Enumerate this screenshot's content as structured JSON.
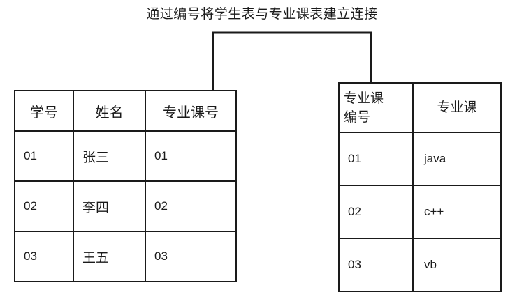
{
  "title": "通过编号将学生表与专业课表建立连接",
  "connector": {
    "icon": "bracket-connector-icon",
    "description": "inverted-u-bracket"
  },
  "student_table": {
    "name": "学生表",
    "headers": [
      "学号",
      "姓名",
      "专业课号"
    ],
    "rows": [
      {
        "id": "01",
        "name": "张三",
        "course_id": "01"
      },
      {
        "id": "02",
        "name": "李四",
        "course_id": "02"
      },
      {
        "id": "03",
        "name": "王五",
        "course_id": "03"
      }
    ]
  },
  "course_table": {
    "name": "专业课表",
    "headers": [
      "专业课编号",
      "专业课"
    ],
    "header_code_line1": "专业课",
    "header_code_line2": "编号",
    "rows": [
      {
        "code": "01",
        "course": "java"
      },
      {
        "code": "02",
        "course": "c++"
      },
      {
        "code": "03",
        "course": "vb"
      }
    ]
  },
  "colors": {
    "ink": "#1a1a1a",
    "background": "#ffffff"
  }
}
